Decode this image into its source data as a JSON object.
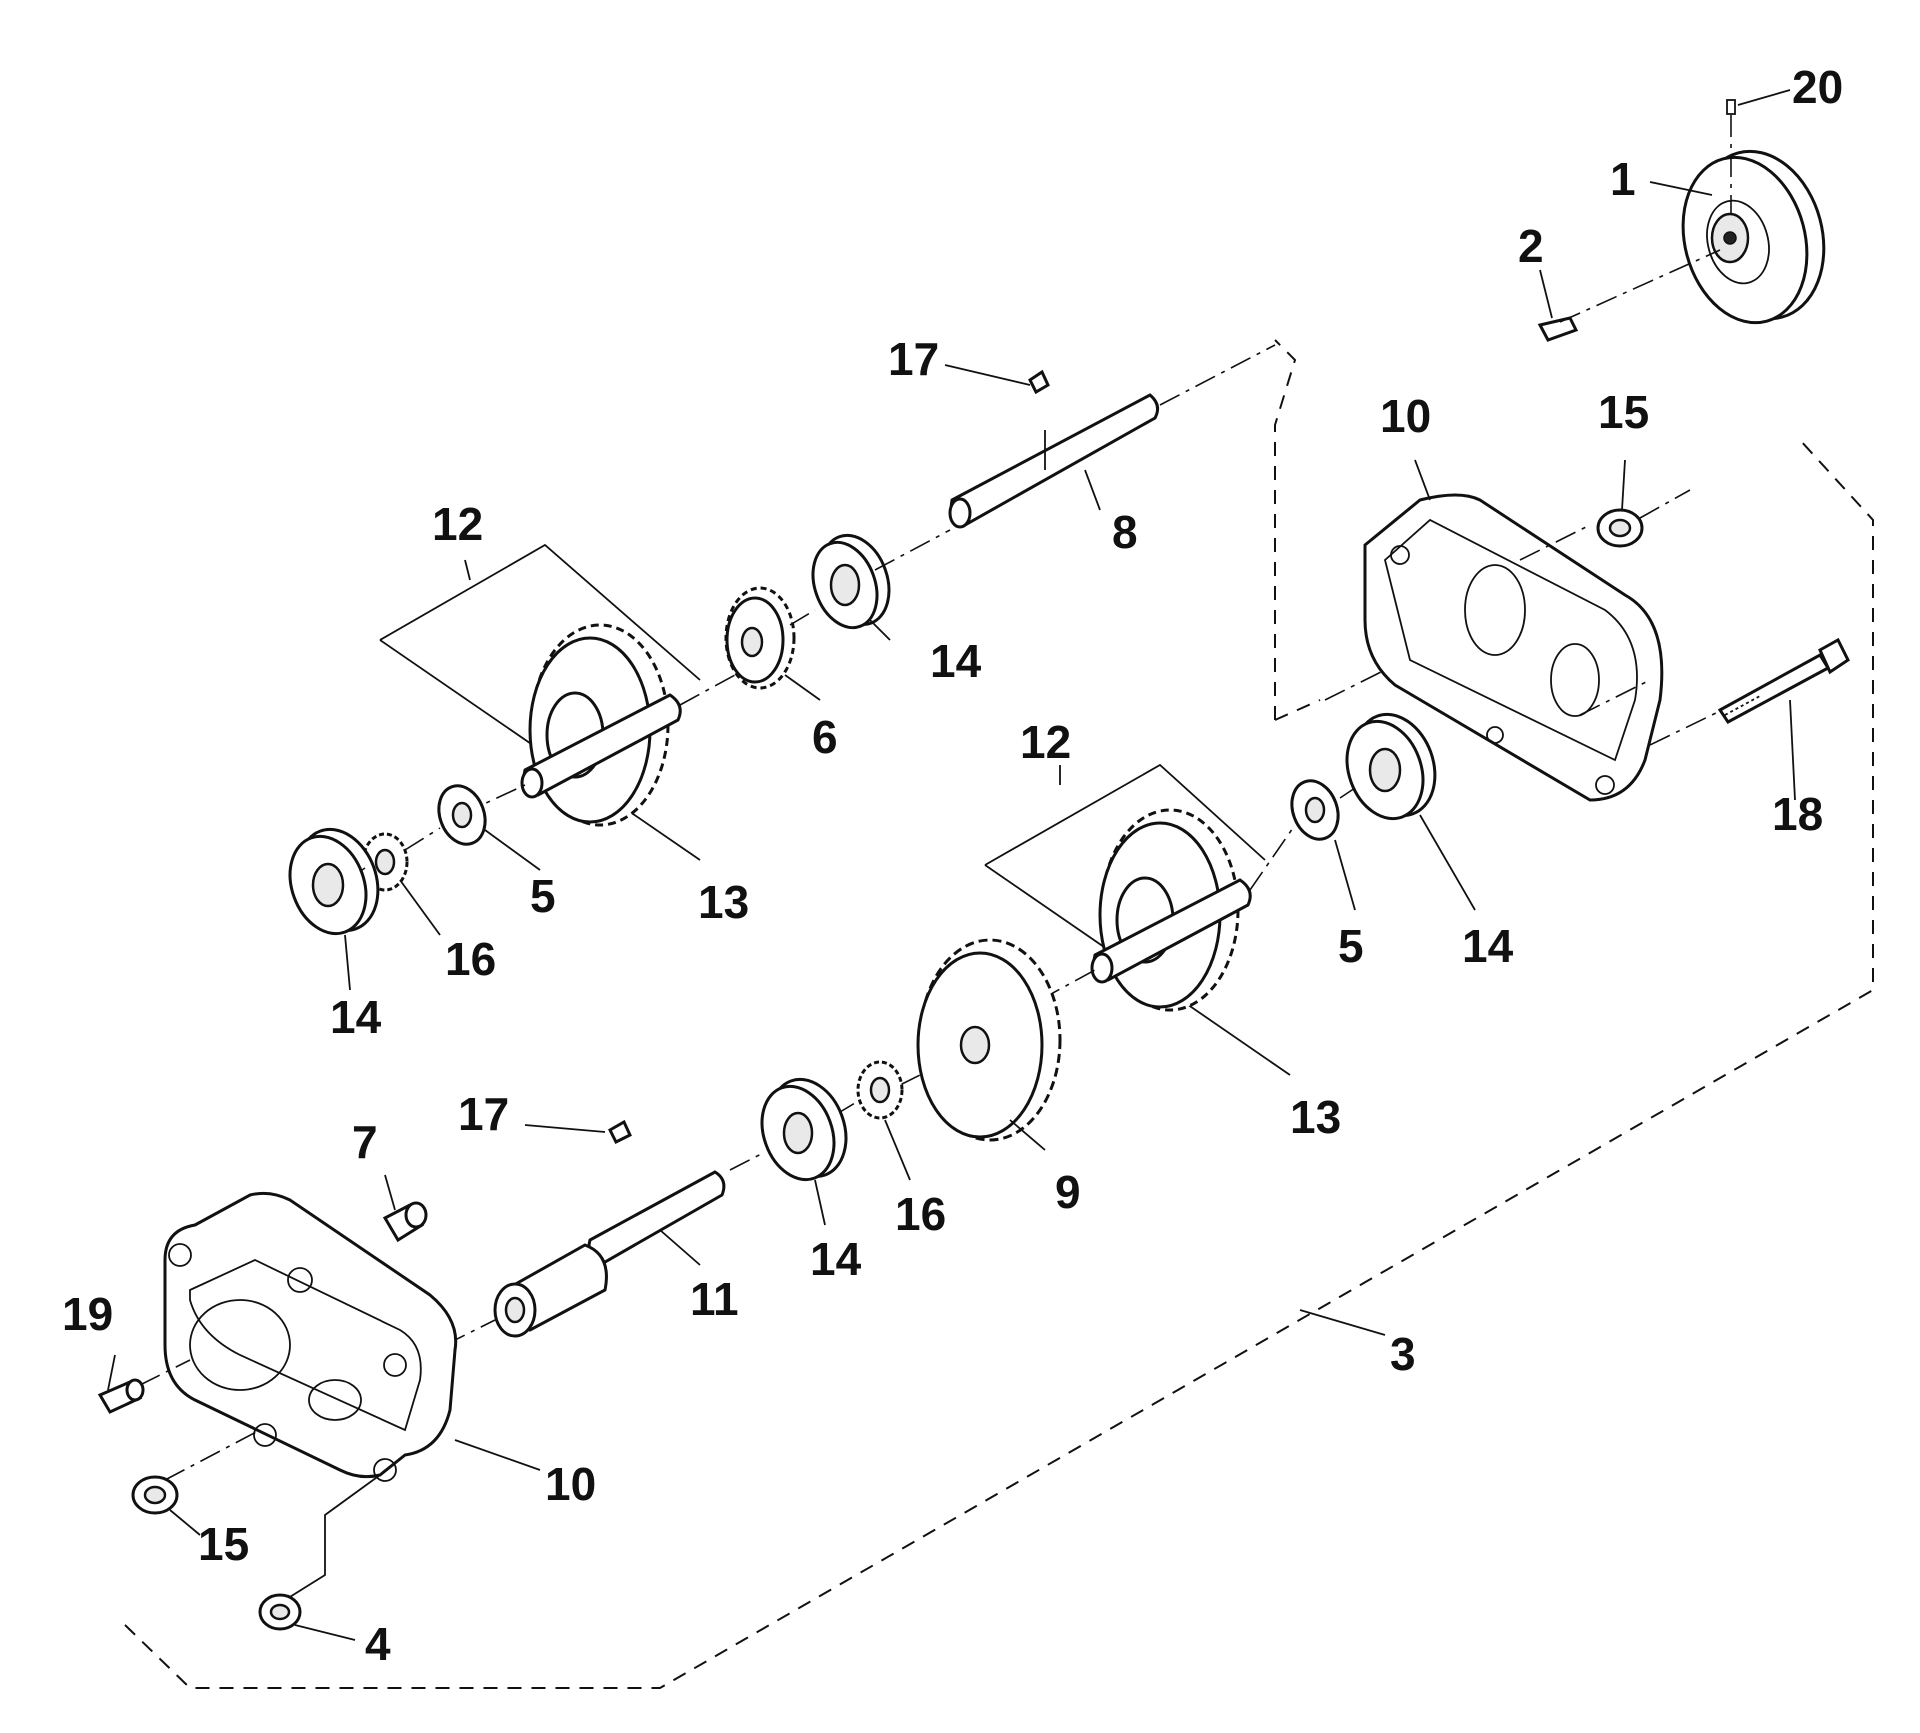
{
  "callouts": {
    "c20": "20",
    "c1": "1",
    "c2": "2",
    "c17_top": "17",
    "c10_right": "10",
    "c15_right": "15",
    "c8": "8",
    "c12_left": "12",
    "c14_upper": "14",
    "c6": "6",
    "c12_mid": "12",
    "c18": "18",
    "c5_left": "5",
    "c13_left": "13",
    "c16_left": "16",
    "c14_left": "14",
    "c5_right": "5",
    "c14_right": "14",
    "c13_right": "13",
    "c17_bottom": "17",
    "c7": "7",
    "c9": "9",
    "c16_bottom": "16",
    "c14_bottom": "14",
    "c11": "11",
    "c19": "19",
    "c3": "3",
    "c10_left": "10",
    "c15_left": "15",
    "c4": "4"
  }
}
